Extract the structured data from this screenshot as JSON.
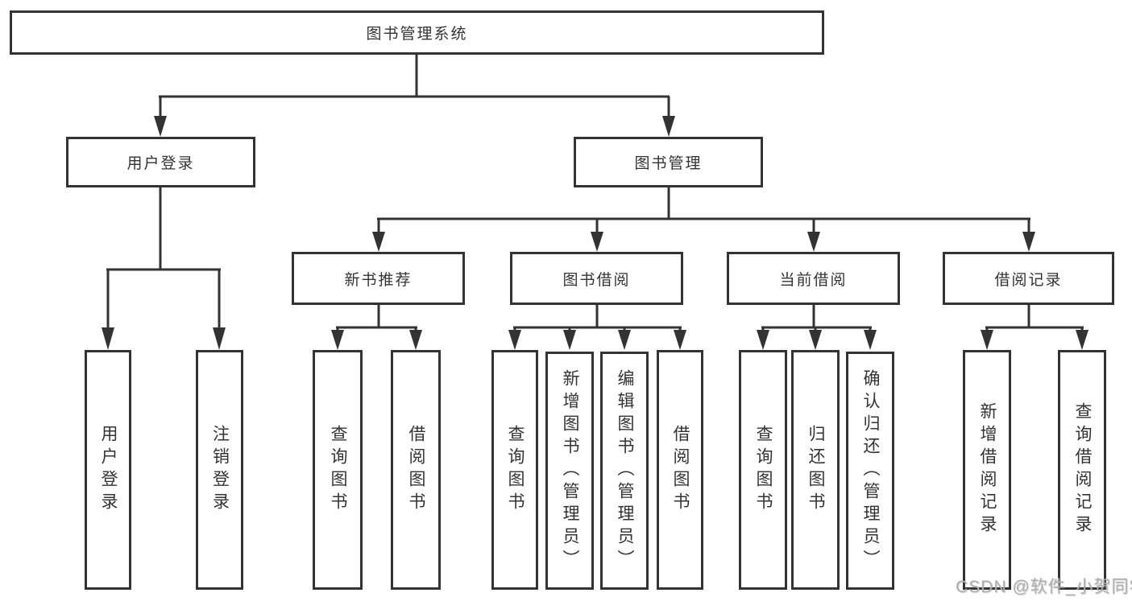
{
  "watermark": "CSDN @软件_小贺同学",
  "colors": {
    "line": "#333333",
    "text": "#333333",
    "box_background": "#ffffff",
    "watermark": "#b0b0b0"
  },
  "tree": {
    "root": "图书管理系统",
    "branches": [
      {
        "label": "用户登录",
        "leaves": [
          "用户登录",
          "注销登录"
        ]
      },
      {
        "label": "图书管理",
        "sections": [
          {
            "label": "新书推荐",
            "leaves": [
              "查询图书",
              "借阅图书"
            ]
          },
          {
            "label": "图书借阅",
            "leaves": [
              "查询图书",
              "新增图书（管理员）",
              "编辑图书（管理员）",
              "借阅图书"
            ]
          },
          {
            "label": "当前借阅",
            "leaves": [
              "查询图书",
              "归还图书",
              "确认归还（管理员）"
            ]
          },
          {
            "label": "借阅记录",
            "leaves": [
              "新增借阅记录",
              "查询借阅记录"
            ]
          }
        ]
      }
    ]
  }
}
